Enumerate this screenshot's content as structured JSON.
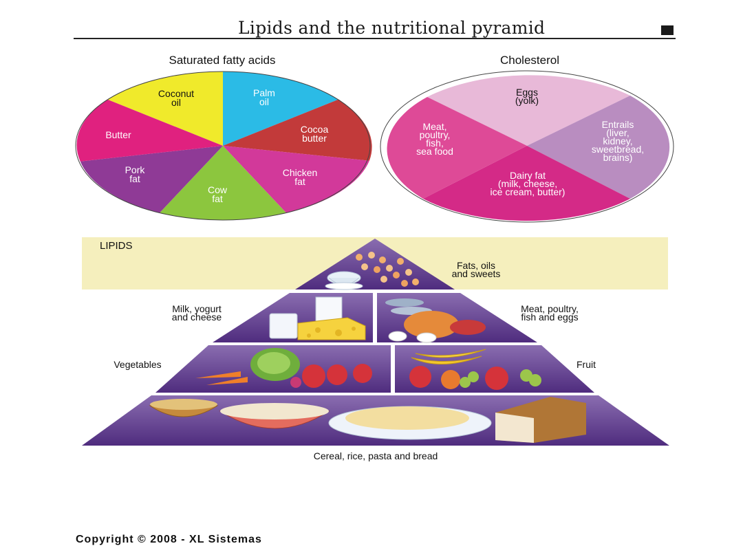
{
  "header": {
    "title": "Lipids and the nutritional pyramid"
  },
  "saturated_pie": {
    "title": "Saturated fatty acids",
    "slices": [
      {
        "label": "Coconut\noil",
        "color": "#f0ea2b"
      },
      {
        "label": "Palm\noil",
        "color": "#2bbbe6"
      },
      {
        "label": "Cocoa\nbutter",
        "color": "#c23a3a"
      },
      {
        "label": "Chicken\nfat",
        "color": "#d2399a"
      },
      {
        "label": "Cow\nfat",
        "color": "#8cc63e"
      },
      {
        "label": "Pork\nfat",
        "color": "#8f3a96"
      },
      {
        "label": "Butter",
        "color": "#e0217f"
      }
    ]
  },
  "cholesterol_pie": {
    "title": "Cholesterol",
    "slices": [
      {
        "label": "Eggs\n(yolk)",
        "color": "#e8b9d8"
      },
      {
        "label": "Entrails\n(liver,\nkidney,\nsweetbread,\nbrains)",
        "color": "#b98dc0"
      },
      {
        "label": "Dairy fat\n(milk, cheese,\nice cream, butter)",
        "color": "#d42a87"
      },
      {
        "label": "Meat,\npoultry,\nfish,\nsea food",
        "color": "#de4a97"
      }
    ]
  },
  "pyramid": {
    "band_label": "LIPIDS",
    "tiers": {
      "top": "Fats, oils\nand sweets",
      "left2": "Milk, yogurt\nand cheese",
      "right2": "Meat, poultry,\nfish and eggs",
      "left3": "Vegetables",
      "right3": "Fruit",
      "base": "Cereal, rice, pasta and bread"
    }
  },
  "footer": {
    "copyright": "Copyright © 2008 - XL Sistemas"
  }
}
